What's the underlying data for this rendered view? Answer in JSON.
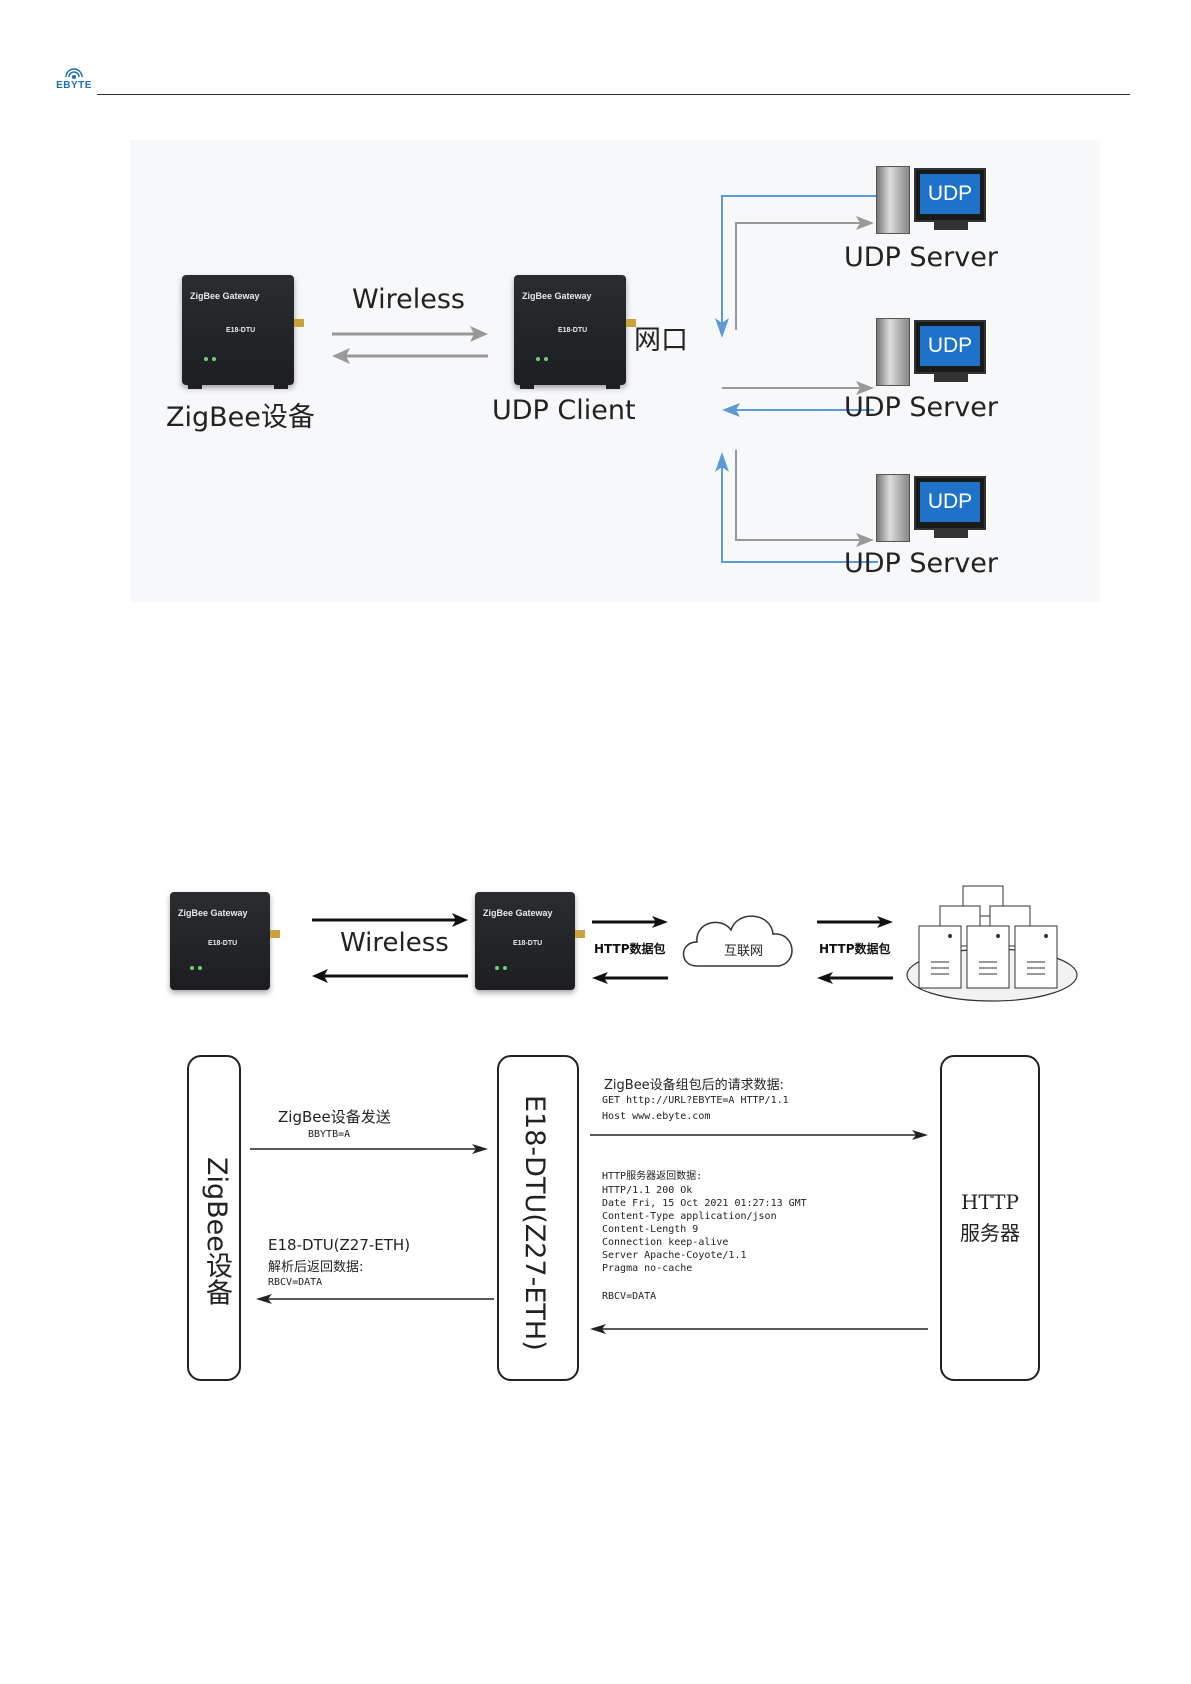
{
  "header": {
    "logo_text": "EBYTE"
  },
  "figure1": {
    "device_title": "ZigBee Gateway",
    "device_model": "E18-DTU",
    "wireless_label": "Wireless",
    "left_device_label": "ZigBee设备",
    "center_device_label": "UDP Client",
    "port_label": "网口",
    "server_screen": "UDP",
    "servers": [
      "UDP Server",
      "UDP Server",
      "UDP Server"
    ]
  },
  "figure2": {
    "device_title": "ZigBee Gateway",
    "device_model": "E18-DTU",
    "wireless_label": "Wireless",
    "packet_left": "HTTP数据包",
    "packet_right": "HTTP数据包",
    "cloud_label": "互联网",
    "lane_left": "ZigBee设备",
    "lane_mid": "E18-DTU(Z27-ETH)",
    "lane_right_line1": "HTTP",
    "lane_right_line2": "服务器",
    "msg1_title": "ZigBee设备发送",
    "msg1_value": "BBYTB=A",
    "msg2_line1": "E18-DTU(Z27-ETH)",
    "msg2_line2": "解析后返回数据:",
    "msg2_value": "RBCV=DATA",
    "msg3_title": "ZigBee设备组包后的请求数据:",
    "msg3_lines": [
      "GET http://URL?EBYTE=A HTTP/1.1",
      "Host www.ebyte.com"
    ],
    "msg4_title": "HTTP服务器返回数据:",
    "msg4_lines": [
      "HTTP/1.1 200 Ok",
      "Date  Fri, 15 Oct 2021 01:27:13 GMT",
      "Content-Type  application/json",
      "Content-Length  9",
      "Connection  keep-alive",
      "Server  Apache-Coyote/1.1",
      "Pragma  no-cache"
    ],
    "msg5_value": "RBCV=DATA"
  }
}
